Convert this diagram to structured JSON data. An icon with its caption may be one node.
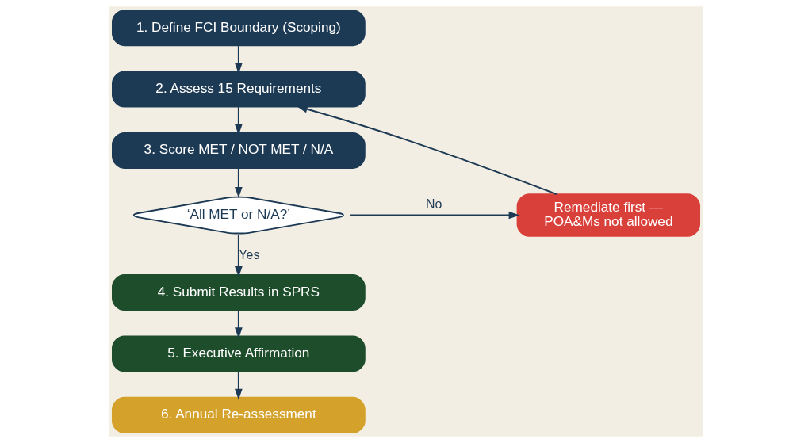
{
  "diagram": {
    "nodes": [
      {
        "text": [
          "1. Define FCI Boundary (Scoping)"
        ]
      },
      {
        "text": [
          "2. Assess 15 Requirements"
        ]
      },
      {
        "text": [
          "3. Score MET / NOT MET / N/A"
        ]
      },
      {
        "text": [
          "‘All MET or N/A?’"
        ]
      },
      {
        "text": [
          "Remediate first — POA&Ms not allowed"
        ]
      },
      {
        "text": [
          "4. Submit Results in SPRS"
        ]
      },
      {
        "text": [
          "5. Executive Affirmation"
        ]
      },
      {
        "text": [
          "6. Annual Re-assessment"
        ]
      }
    ],
    "edges": [
      {
        "from": 0,
        "to": 1,
        "arrow": "to"
      },
      {
        "from": 1,
        "to": 2,
        "arrow": "to"
      },
      {
        "from": 2,
        "to": 3,
        "arrow": "to"
      },
      {
        "from": 3,
        "to": 4,
        "arrow": "to",
        "label": "No"
      },
      {
        "from": 4,
        "to": 1,
        "arrow": "to"
      },
      {
        "from": 3,
        "to": 5,
        "arrow": "to",
        "label": "Yes"
      },
      {
        "from": 5,
        "to": 6,
        "arrow": "to"
      },
      {
        "from": 6,
        "to": 7,
        "arrow": "to"
      }
    ]
  }
}
